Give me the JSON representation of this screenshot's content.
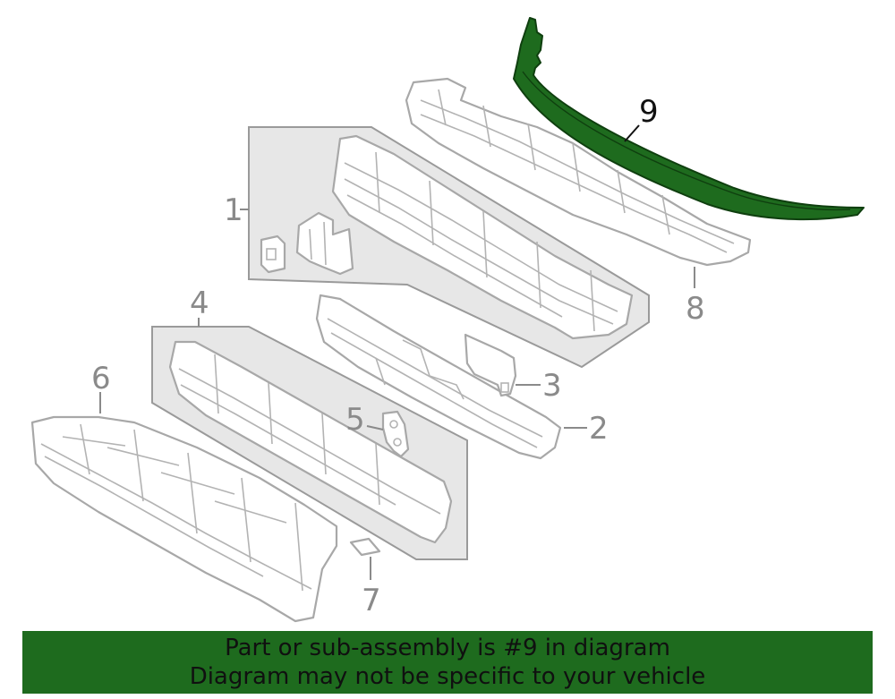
{
  "callouts": {
    "c1": "1",
    "c2": "2",
    "c3": "3",
    "c4": "4",
    "c5": "5",
    "c6": "6",
    "c7": "7",
    "c8": "8",
    "c9": "9"
  },
  "highlight_callout": "9",
  "highlight_color": "#1e6b1e",
  "banner": {
    "line1": "Part or sub-assembly is #9 in diagram",
    "line2": "Diagram may not be specific to your vehicle"
  }
}
